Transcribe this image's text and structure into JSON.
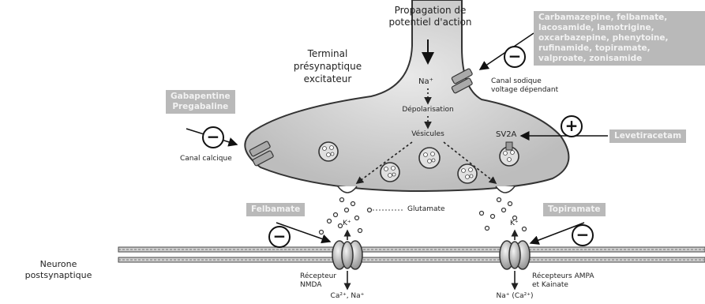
{
  "title": {
    "line1": "Propagation de",
    "line2": "potentiel d'action"
  },
  "terminal": {
    "line1": "Terminal",
    "line2": "présynaptique",
    "line3": "excitateur"
  },
  "ions": {
    "na_plus": "Na⁺",
    "k_plus_left": "K⁺",
    "k_plus_right": "K⁺"
  },
  "process": {
    "depolarisation": "Dépolarisation",
    "vesicules": "Vésicules"
  },
  "channels": {
    "sodium_line1": "Canal sodique",
    "sodium_line2": "voltage dépendant",
    "calcium": "Canal calcique",
    "sv2a": "SV2A"
  },
  "glutamate": "Glutamate",
  "drugs": {
    "sodium_blockers": "Carbamazepine, felbamate, lacosamide, lamotrigine, oxcarbazepine, phenytoine, rufinamide, topiramate, valproate, zonisamide",
    "gabapentin_line1": "Gabapentine",
    "gabapentin_line2": "Pregabaline",
    "levetiracetam": "Levetiracetam",
    "felbamate": "Felbamate",
    "topiramate": "Topiramate"
  },
  "effects": {
    "inhibit": "−",
    "activate": "+"
  },
  "postsynaptic": {
    "line1": "Neurone",
    "line2": "postsynaptique"
  },
  "receptors": {
    "nmda_line1": "Récepteur",
    "nmda_line2": "NMDA",
    "ampa_line1": "Récepteurs AMPA",
    "ampa_line2": "et Kainate"
  },
  "outflow": {
    "nmda": "Ca²⁺, Na⁺",
    "ampa": "Na⁺ (Ca²⁺)"
  },
  "colors": {
    "drug_box": "#b9b9b9",
    "membrane_fill": "#cfcfcf",
    "outline": "#333333"
  }
}
